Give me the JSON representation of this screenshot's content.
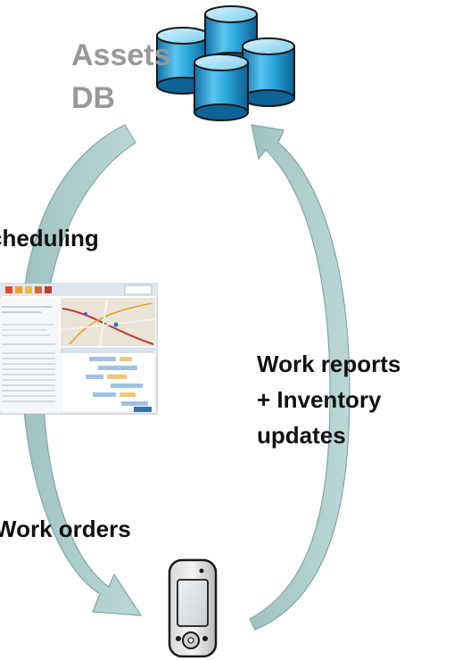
{
  "database": {
    "title_line1": "Assets",
    "title_line2": "DB",
    "icon": "database-cylinders-icon",
    "color": "#1e9fd6"
  },
  "labels": {
    "scheduling": "cheduling",
    "work_orders": "Work orders",
    "work_reports_line1": "Work reports",
    "work_reports_line2": "+ Inventory",
    "work_reports_line3": "updates"
  },
  "icons": {
    "scheduler": "scheduling-software-screenshot-icon",
    "device": "pda-handheld-icon"
  },
  "arrow_color": "#a9c9c7"
}
